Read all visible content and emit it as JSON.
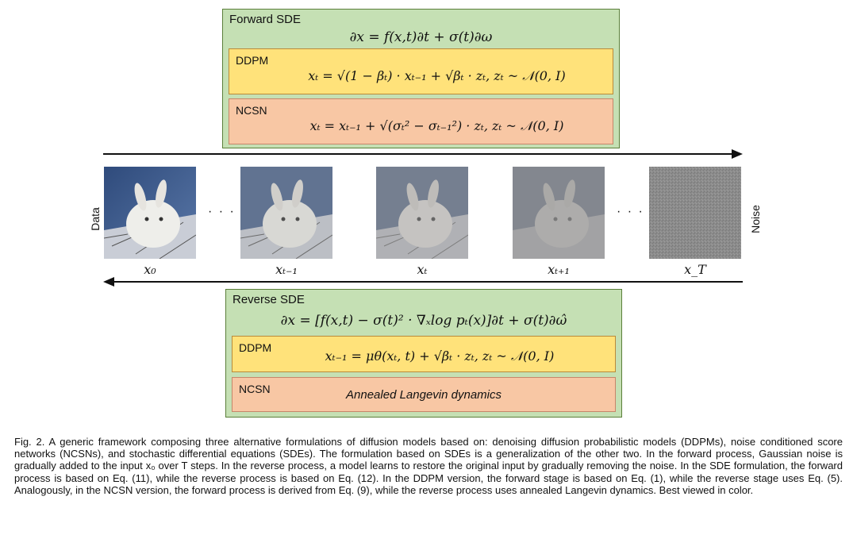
{
  "forward": {
    "title": "Forward SDE",
    "equation": "∂x = f(x,t)∂t + σ(t)∂ω",
    "ddpm_label": "DDPM",
    "ddpm_equation": "xₜ = √(1 − βₜ) · xₜ₋₁ + √βₜ · zₜ, zₜ ~ 𝒩(0, I)",
    "ncsn_label": "NCSN",
    "ncsn_equation": "xₜ = xₜ₋₁ + √(σₜ² − σₜ₋₁²) · zₜ, zₜ ~ 𝒩(0, I)"
  },
  "reverse": {
    "title": "Reverse SDE",
    "equation": "∂x = [f(x,t) − σ(t)² · ∇ₓlog pₜ(x)]∂t + σ(t)∂ω̂",
    "ddpm_label": "DDPM",
    "ddpm_equation": "xₜ₋₁ = μθ(xₜ, t) + √βₜ · zₜ, zₜ ~ 𝒩(0, I)",
    "ncsn_label": "NCSN",
    "ncsn_text": "Annealed Langevin dynamics"
  },
  "images": {
    "labels": [
      "x₀",
      "xₜ₋₁",
      "xₜ",
      "xₜ₊₁",
      "x_T"
    ],
    "dots": "· · ·"
  },
  "side_labels": {
    "left": "Data",
    "right": "Noise"
  },
  "caption": {
    "text": "Fig. 2. A generic framework composing three alternative formulations of diffusion models based on: denoising diffusion probabilistic models (DDPMs), noise conditioned score networks (NCSNs), and stochastic differential equations (SDEs). The formulation based on SDEs is a generalization of the other two. In the forward process, Gaussian noise is gradually added to the input x₀ over T steps. In the reverse process, a model learns to restore the original input by gradually removing the noise. In the SDE formulation, the forward process is based on Eq. (11), while the reverse process is based on Eq. (12). In the DDPM version, the forward stage is based on Eq. (1), while the reverse stage uses Eq. (5). Analogously, in the NCSN version, the forward process is derived from Eq. (9), while the reverse process uses annealed Langevin dynamics. Best viewed in color."
  },
  "colors": {
    "sde_panel": "#c5e0b4",
    "ddpm_box": "#ffe27a",
    "ncsn_box": "#f8c7a4",
    "arrow": "#111111"
  }
}
